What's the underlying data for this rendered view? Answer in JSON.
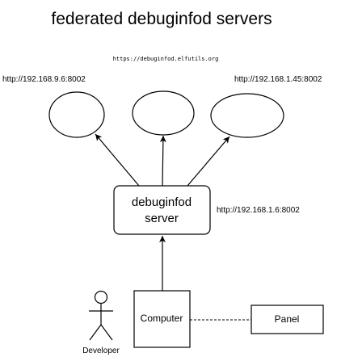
{
  "diagram": {
    "title": "federated debuginfod servers",
    "upstream_url": "https://debuginfod.elfutils.org",
    "federated_servers": [
      {
        "label": "http://192.168.9.6:8002"
      },
      {
        "label": ""
      },
      {
        "label": "http://192.168.1.45:8002"
      }
    ],
    "local_server": {
      "label_line1": "debuginfod",
      "label_line2": "server",
      "url": "http://192.168.1.6:8002"
    },
    "computer": {
      "label": "Computer"
    },
    "panel": {
      "label": "Panel"
    },
    "actor": {
      "label": "Developer"
    },
    "connections": [
      {
        "from": "local_server",
        "to": "federated_server_1",
        "style": "arrow"
      },
      {
        "from": "local_server",
        "to": "federated_server_2",
        "style": "arrow"
      },
      {
        "from": "local_server",
        "to": "federated_server_3",
        "style": "arrow"
      },
      {
        "from": "computer",
        "to": "local_server",
        "style": "arrow"
      },
      {
        "from": "computer",
        "to": "panel",
        "style": "dashed"
      }
    ]
  }
}
